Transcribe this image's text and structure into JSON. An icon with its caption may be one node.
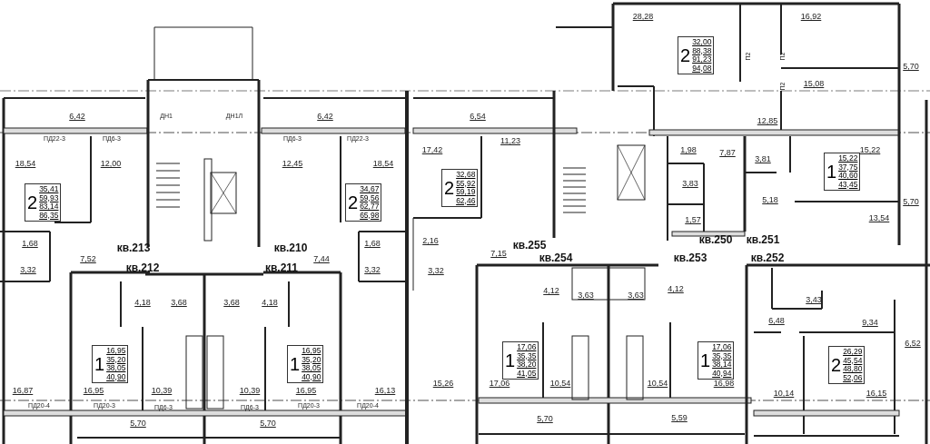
{
  "diagram": {
    "nodes": [
      {
        "text": [
          "2",
          "32,00",
          "88,38",
          "91,23",
          "94,08"
        ]
      },
      {
        "text": [
          "1",
          "15,22",
          "37,75",
          "40,60",
          "43,45"
        ]
      },
      {
        "text": [
          "2",
          "32,68",
          "55,92",
          "59,19",
          "62,46"
        ]
      },
      {
        "text": [
          "2",
          "35,41",
          "59,93",
          "83,14",
          "86,35"
        ]
      },
      {
        "text": [
          "2",
          "34,67",
          "59,56",
          "62,77",
          "65,98"
        ]
      },
      {
        "text": [
          "1",
          "17,06",
          "35,35",
          "38,20",
          "41,05"
        ]
      },
      {
        "text": [
          "1",
          "17,06",
          "35,35",
          "38,14",
          "40,94"
        ]
      },
      {
        "text": [
          "1",
          "16,95",
          "35,20",
          "38,05",
          "40,90"
        ]
      },
      {
        "text": [
          "1",
          "16,95",
          "35,20",
          "38,05",
          "40,90"
        ]
      },
      {
        "text": [
          "2",
          "26,29",
          "45,54",
          "48,80",
          "52,06"
        ]
      }
    ],
    "labels": [
      "28,28",
      "16,92",
      "П2",
      "П2",
      "5,70",
      "П2",
      "15,08",
      "6,42",
      "ДН1",
      "ДН1Л",
      "6,42",
      "6,54",
      "12,85",
      "ПД22-3",
      "ПД6-3",
      "ПД6-3",
      "ПД22-3",
      "11,23",
      "17,42",
      "1,98",
      "7,87",
      "3,81",
      "15,22",
      "18,54",
      "12,00",
      "12,45",
      "18,54",
      "3,83",
      "5,18",
      "5,70",
      "1,57",
      "13,54",
      "1,68",
      "кв.213",
      "кв.210",
      "1,68",
      "2,16",
      "кв.255",
      "кв.250",
      "кв.251",
      "7,52",
      "7,44",
      "7,15",
      "кв.254",
      "кв.253",
      "кв.252",
      "3,32",
      "кв.212",
      "кв.211",
      "3,32",
      "3,32",
      "4,12",
      "3,63",
      "3,63",
      "4,12",
      "4,18",
      "3,68",
      "3,68",
      "4,18",
      "3,43",
      "6,48",
      "9,34",
      "6,52",
      "15,26",
      "17,06",
      "10,54",
      "10,54",
      "16,98",
      "16,87",
      "16,95",
      "10,39",
      "10,39",
      "16,95",
      "16,13",
      "10,14",
      "16,15",
      "ПД20-4",
      "ПД20-3",
      "ПД6-3",
      "ПД6-3",
      "ПД20-3",
      "ПД20-4",
      "5,70",
      "5,70",
      "5,70",
      "5,59"
    ]
  }
}
